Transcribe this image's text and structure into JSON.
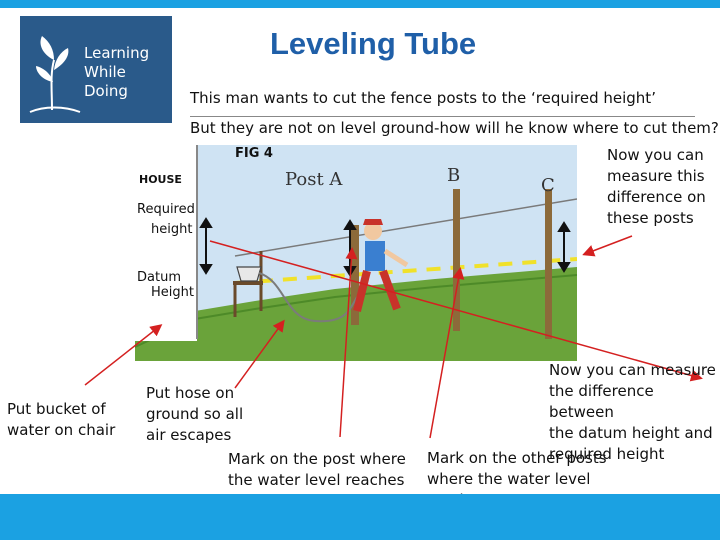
{
  "logo": {
    "line1": "Learning",
    "line2": "While",
    "line3": "Doing"
  },
  "title": "Leveling Tube",
  "subtitle1": "This man wants to cut the fence posts to the ‘required height’",
  "subtitle2": "But they are not on level ground-how will he know where to cut them?",
  "figure": {
    "fig_label": "FIG 4",
    "house": "HOUSE",
    "required_line1": "Required",
    "required_line2": "height",
    "datum_line1": "Datum",
    "datum_line2": "Height",
    "post_a": "Post A",
    "post_b": "B",
    "post_c": "C"
  },
  "notes": {
    "measure_posts": [
      "Now you can",
      "measure this",
      "difference on",
      "these posts"
    ],
    "bucket": [
      "Put bucket of",
      "water on chair"
    ],
    "hose": [
      "Put hose on",
      "ground so all",
      "air escapes"
    ],
    "mark_post": [
      "Mark on the post where",
      "the water level reaches"
    ],
    "measure_diff": [
      "Now you can measure",
      "the difference between",
      "the datum height and",
      "required height"
    ],
    "mark_other": [
      "Mark on the other posts",
      "where the water level",
      "reaches"
    ]
  },
  "colors": {
    "accent_bar": "#1ba1e2",
    "arrow": "#d42020",
    "sky": "#cfe3f3",
    "grass": "#6aa33a",
    "datum_line": "#f0e12a"
  },
  "icons": [
    "logo-plant-icon",
    "man-with-saw-icon",
    "bucket-icon",
    "chair-icon"
  ]
}
